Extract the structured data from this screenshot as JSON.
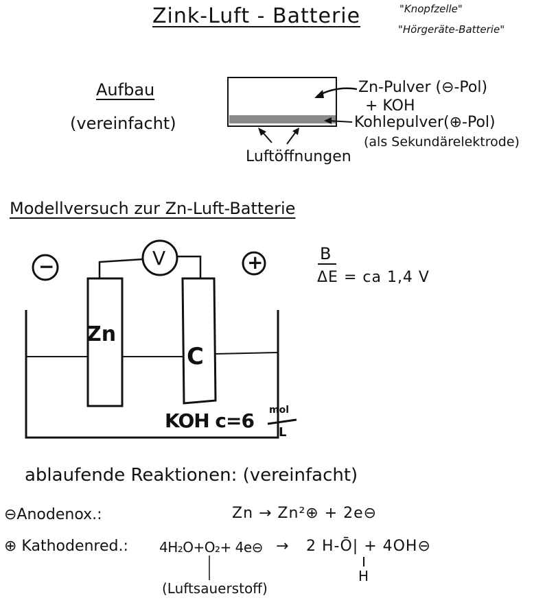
{
  "title": {
    "main": "Zink-Luft - Batterie",
    "alias1": "\"Knopfzelle\"",
    "alias2": "\"Hörgeräte-Batterie\""
  },
  "aufbau": {
    "heading": "Aufbau",
    "sub": "(vereinfacht)",
    "label_zn": "Zn-Pulver (⊖-Pol)",
    "label_koh": "+ KOH",
    "label_kohle": "Kohlepulver(⊕-Pol)",
    "label_kohle_sub": "(als Sekundärelektrode)",
    "label_luft": "Luftöffnungen"
  },
  "modell": {
    "heading": "Modellversuch zur Zn-Luft-Batterie",
    "minus": "−",
    "plus": "+",
    "voltmeter": "V",
    "electrode_zn": "Zn",
    "electrode_c": "C",
    "electrolyte": "KOH c=6",
    "unit_num": "mol",
    "unit_den": "L",
    "obs_label": "B",
    "obs_value": "ΔE = ca 1,4 V"
  },
  "reaktionen": {
    "heading": "ablaufende Reaktionen: (vereinfacht)",
    "anode_label": "⊖Anodenox.:",
    "anode_eq": "Zn → Zn²⊕ + 2e⊖",
    "kathode_label": "⊕ Kathodenred.:",
    "kathode_lhs": "4H₂O+O₂+ 4e⊖",
    "kathode_arrow": "→",
    "kathode_rhs": "2  H-Ō| + 4OH⊖",
    "kathode_h": "H",
    "luft_note": "(Luftsauerstoff)"
  }
}
